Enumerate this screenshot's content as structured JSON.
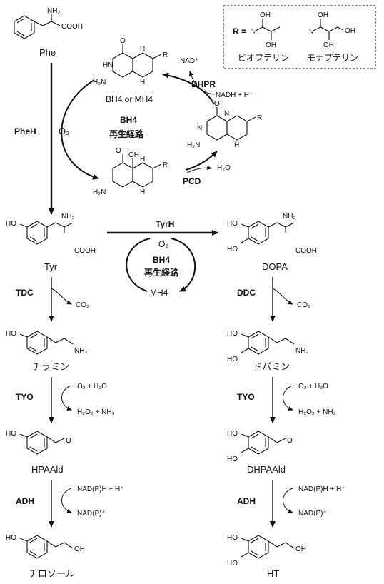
{
  "legend": {
    "r_label": "R =",
    "biopterin": "ビオプテリン",
    "monapterin": "モナプテリン",
    "oh": "OH"
  },
  "phe": {
    "name": "Phe",
    "nh2": "NH₂",
    "cooh": "COOH"
  },
  "cycle": {
    "title_line1": "BH4",
    "title_line2": "再生経路",
    "bh4_label": "BH4 or MH4",
    "enzyme_dhpr": "DHPR",
    "enzyme_pcd": "PCD",
    "nad_plus": "NAD⁺",
    "nadh": "NADH + H⁺",
    "h2o": "H₂O",
    "o2": "O₂",
    "o": "O",
    "oh": "OH",
    "hn": "HN",
    "n": "N",
    "h": "H",
    "nh": "N",
    "h2n": "H₂N",
    "r": "R"
  },
  "enzymes": {
    "pheh": "PheH",
    "tyrh": "TyrH",
    "tdc": "TDC",
    "ddc": "DDC",
    "tyo": "TYO",
    "adh": "ADH"
  },
  "tyrh_cycle": {
    "o2": "O₂",
    "title_line1": "BH4",
    "title_line2": "再生経路",
    "mh4": "MH4"
  },
  "left_column": [
    {
      "name": "Tyr"
    },
    {
      "name": "チラミン"
    },
    {
      "name": "HPAAld"
    },
    {
      "name": "チロソール"
    }
  ],
  "right_column": [
    {
      "name": "DOPA"
    },
    {
      "name": "ドパミン"
    },
    {
      "name": "DHPAAld"
    },
    {
      "name": "HT"
    }
  ],
  "cofactors": {
    "co2": "CO₂",
    "o2_h2o": "O₂ + H₂O",
    "h2o2_nh3": "H₂O₂ + NH₃",
    "nadph_in": "NAD(P)H + H⁺",
    "nadp_out": "NAD(P)⁺"
  },
  "atoms": {
    "ho": "HO",
    "oh": "OH",
    "nh2": "NH₂",
    "cooh": "COOH",
    "o": "O"
  }
}
